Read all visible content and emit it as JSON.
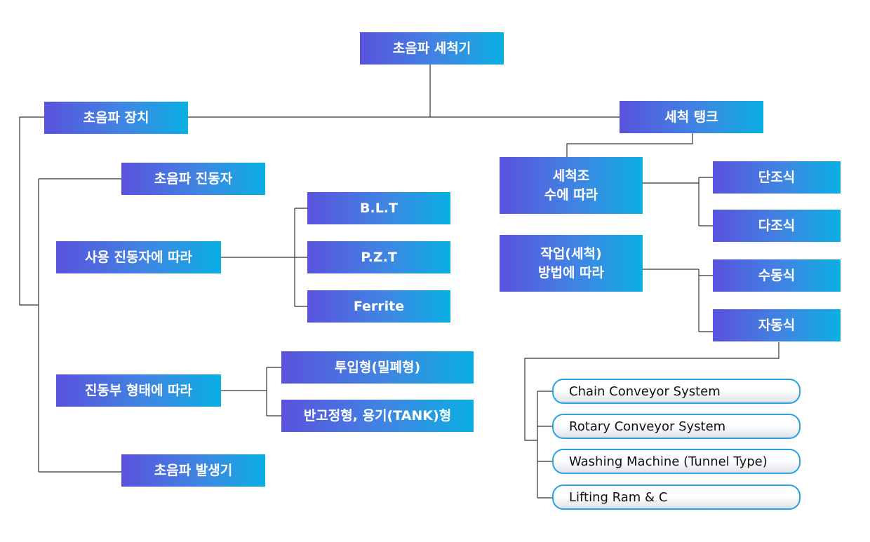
{
  "root": "초음파 세척기",
  "left": {
    "title": "초음파 장치",
    "vibrator": "초음파 진동자",
    "by_vibrator": "사용 진동자에 따라",
    "vibrator_types": [
      "B.L.T",
      "P.Z.T",
      "Ferrite"
    ],
    "by_shape": "진동부 형태에 따라",
    "shape_types": [
      "투입형(밀폐형)",
      "반고정형, 용기(TANK)형"
    ],
    "generator": "초음파 발생기"
  },
  "right": {
    "title": "세척 탱크",
    "by_tank_count": "세척조\n수에 따라",
    "tank_types": [
      "단조식",
      "다조식"
    ],
    "by_method": "작업(세척)\n방법에 따라",
    "method_types": [
      "수동식",
      "자동식"
    ],
    "auto_systems": [
      "Chain Conveyor System",
      "Rotary Conveyor System",
      "Washing Machine (Tunnel Type)",
      "Lifting Ram & C"
    ]
  }
}
